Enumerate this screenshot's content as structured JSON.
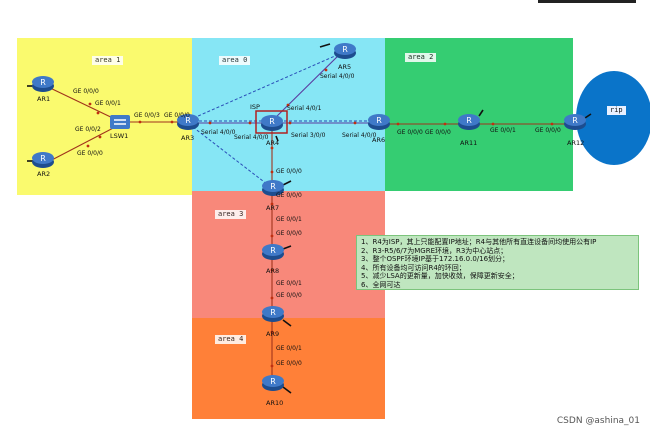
{
  "areas": [
    {
      "key": "area1",
      "label": "area 1",
      "color": "#fafa6e"
    },
    {
      "key": "area0",
      "label": "area 0",
      "color": "#86e6f5"
    },
    {
      "key": "area2",
      "label": "area 2",
      "color": "#35cd72"
    },
    {
      "key": "area3",
      "label": "area 3",
      "color": "#f8887a"
    },
    {
      "key": "area4",
      "label": "area 4",
      "color": "#ff8038"
    }
  ],
  "rip": {
    "label": "rip",
    "color": "#0a74c9"
  },
  "devices": {
    "ar1": "AR1",
    "ar2": "AR2",
    "lsw1": "LSW1",
    "ar3": "AR3",
    "ar4": "AR4",
    "ar5": "AR5",
    "ar6": "AR6",
    "ar11": "AR11",
    "ar12": "AR12",
    "ar7": "AR7",
    "ar8": "AR8",
    "ar9": "AR9",
    "ar10": "AR10"
  },
  "isp_label": "ISP",
  "ports": {
    "ar1_ge000": "GE 0/0/0",
    "lsw1_ge001": "GE 0/0/1",
    "lsw1_ge002": "GE 0/0/2",
    "ar2_ge000": "GE 0/0/0",
    "lsw1_ge003": "GE 0/0/3",
    "ar3_ge000": "GE 0/0/0",
    "ar3_s400": "Serial 4/0/0",
    "ar4_s400": "Serial 4/0/0",
    "ar5_s400": "Serial 4/0/0",
    "ar4_s401": "Serial 4/0/1",
    "ar4_s300": "Serial 3/0/0",
    "ar6_s400": "Serial 4/0/0",
    "ar6_ge000": "GE 0/0/0",
    "ar11_ge000": "GE 0/0/0",
    "ar11_ge001": "GE 0/0/1",
    "ar12_ge000": "GE 0/0/0",
    "ar4_ge000": "GE 0/0/0",
    "ar7_ge000": "GE 0/0/0",
    "ar7_ge001": "GE 0/0/1",
    "ar8_ge000": "GE 0/0/0",
    "ar8_ge001": "GE 0/0/1",
    "ar9_ge000": "GE 0/0/0",
    "ar9_ge001": "GE 0/0/1",
    "ar10_ge000": "GE 0/0/0"
  },
  "notes": [
    "1、R4为ISP，其上只能配置IP地址；R4与其他所有直连设备间均使用公有IP",
    "2、R3-R5/6/7为MGRE环境，R3为中心站点；",
    "3、整个OSPF环境IP基于172.16.0.0/16划分；",
    "4、所有设备均可访问R4的环回；",
    "5、减少LSA的更新量，加快收敛，保障更新安全；",
    "6、全网可达"
  ],
  "watermark": "CSDN @ashina_01"
}
